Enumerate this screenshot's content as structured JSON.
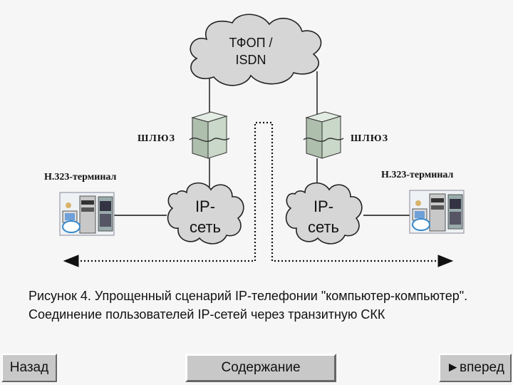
{
  "diagram": {
    "pstn_cloud": [
      "ТФОП /",
      "ISDN"
    ],
    "gateway_left_label": "ШЛЮЗ",
    "gateway_right_label": "ШЛЮЗ",
    "terminal_left_label": "Н.323-терминал",
    "terminal_right_label": "Н.323-терминал",
    "ip_cloud_left": [
      "IP-",
      "сеть"
    ],
    "ip_cloud_right": [
      "IP-",
      "сеть"
    ]
  },
  "caption": "Рисунок 4. Упрощенный сценарий IP-телефонии \"компьютер-компьютер\". Соединение пользователей IP-сетей через транзитную СКК",
  "nav": {
    "back": "Назад",
    "contents": "Содержание",
    "forward": "►вперед"
  },
  "colors": {
    "cloud_fill": "#d6d6d6",
    "server_fill": "#c9d8c8",
    "nav_button": "#c8c8c8"
  }
}
